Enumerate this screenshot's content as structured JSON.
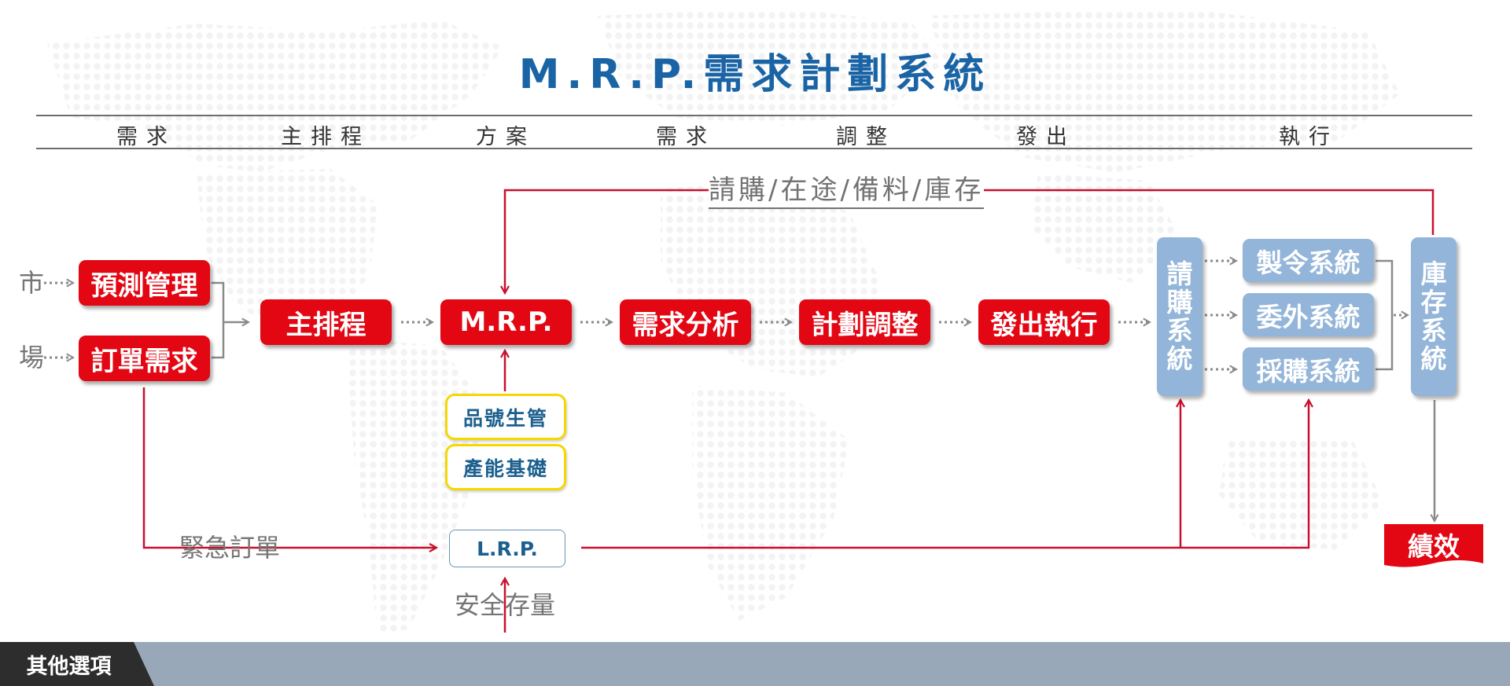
{
  "title": "M.R.P.需求計劃系統",
  "stages": [
    "需求",
    "主排程",
    "方案",
    "需求",
    "調整",
    "發出",
    "執行"
  ],
  "market_chars": [
    "市",
    "場"
  ],
  "nodes": {
    "forecast": "預測管理",
    "order_demand": "訂單需求",
    "master_schedule": "主排程",
    "mrp": "M.R.P.",
    "demand_analysis": "需求分析",
    "plan_adjust": "計劃調整",
    "issue_execute": "發出執行",
    "item_master": "品號生管",
    "capacity_base": "產能基礎",
    "lrp": "L.R.P.",
    "purchase_request": "請購系統",
    "manufacturing_order": "製令系統",
    "outsourcing": "委外系統",
    "purchasing": "採購系統",
    "inventory": "庫存系統",
    "performance": "績效"
  },
  "labels": {
    "pending": "請購/在途/備料/庫存",
    "urgent_order": "緊急訂單",
    "safety_stock": "安全存量"
  },
  "footer_tab": "其他選項",
  "colors": {
    "title": "#1a64a6",
    "red_node": "#e30613",
    "blue_node": "#93b5d9",
    "yellow_border": "#f5d800",
    "footer": "#98a8b8",
    "footer_tab": "#2d2d2d",
    "arrow_red": "#c8102e",
    "arrow_gray": "#8a8a8a"
  }
}
